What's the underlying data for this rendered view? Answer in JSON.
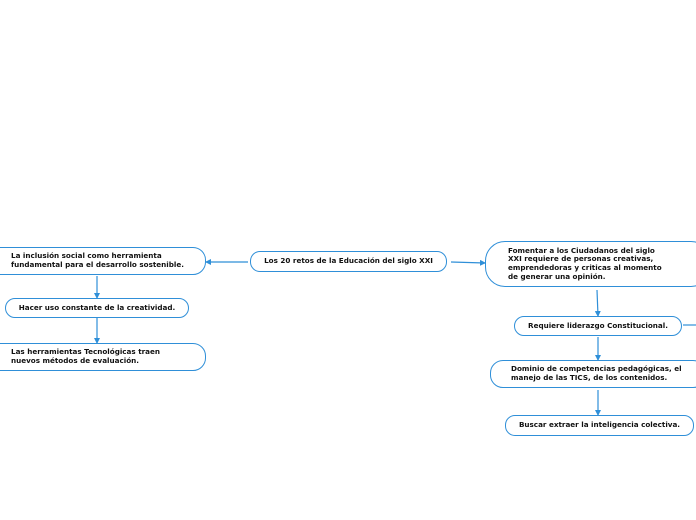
{
  "colors": {
    "line": "#2f8fd8",
    "border": "#2f8fd8",
    "text": "#111111",
    "background": "#ffffff"
  },
  "central": {
    "label": "Los 20 retos de la Educación del siglo XXI"
  },
  "left_branch": [
    {
      "label": "La inclusión social como herramienta fundamental para el desarrollo sostenible."
    },
    {
      "label": "Hacer uso constante de la creatividad."
    },
    {
      "label": "Las herramientas Tecnológicas traen nuevos métodos de evaluación."
    }
  ],
  "right_branch": [
    {
      "label": "Fomentar a los Ciudadanos del siglo XXI requiere de personas creativas, emprendedoras y criticas al momento de generar una opinión."
    },
    {
      "label": "Requiere liderazgo Constitucional."
    },
    {
      "label": "Dominio de competencias pedagógicas, el manejo de las TICS, de los contenidos."
    },
    {
      "label": "Buscar extraer la inteligencia colectiva."
    }
  ]
}
